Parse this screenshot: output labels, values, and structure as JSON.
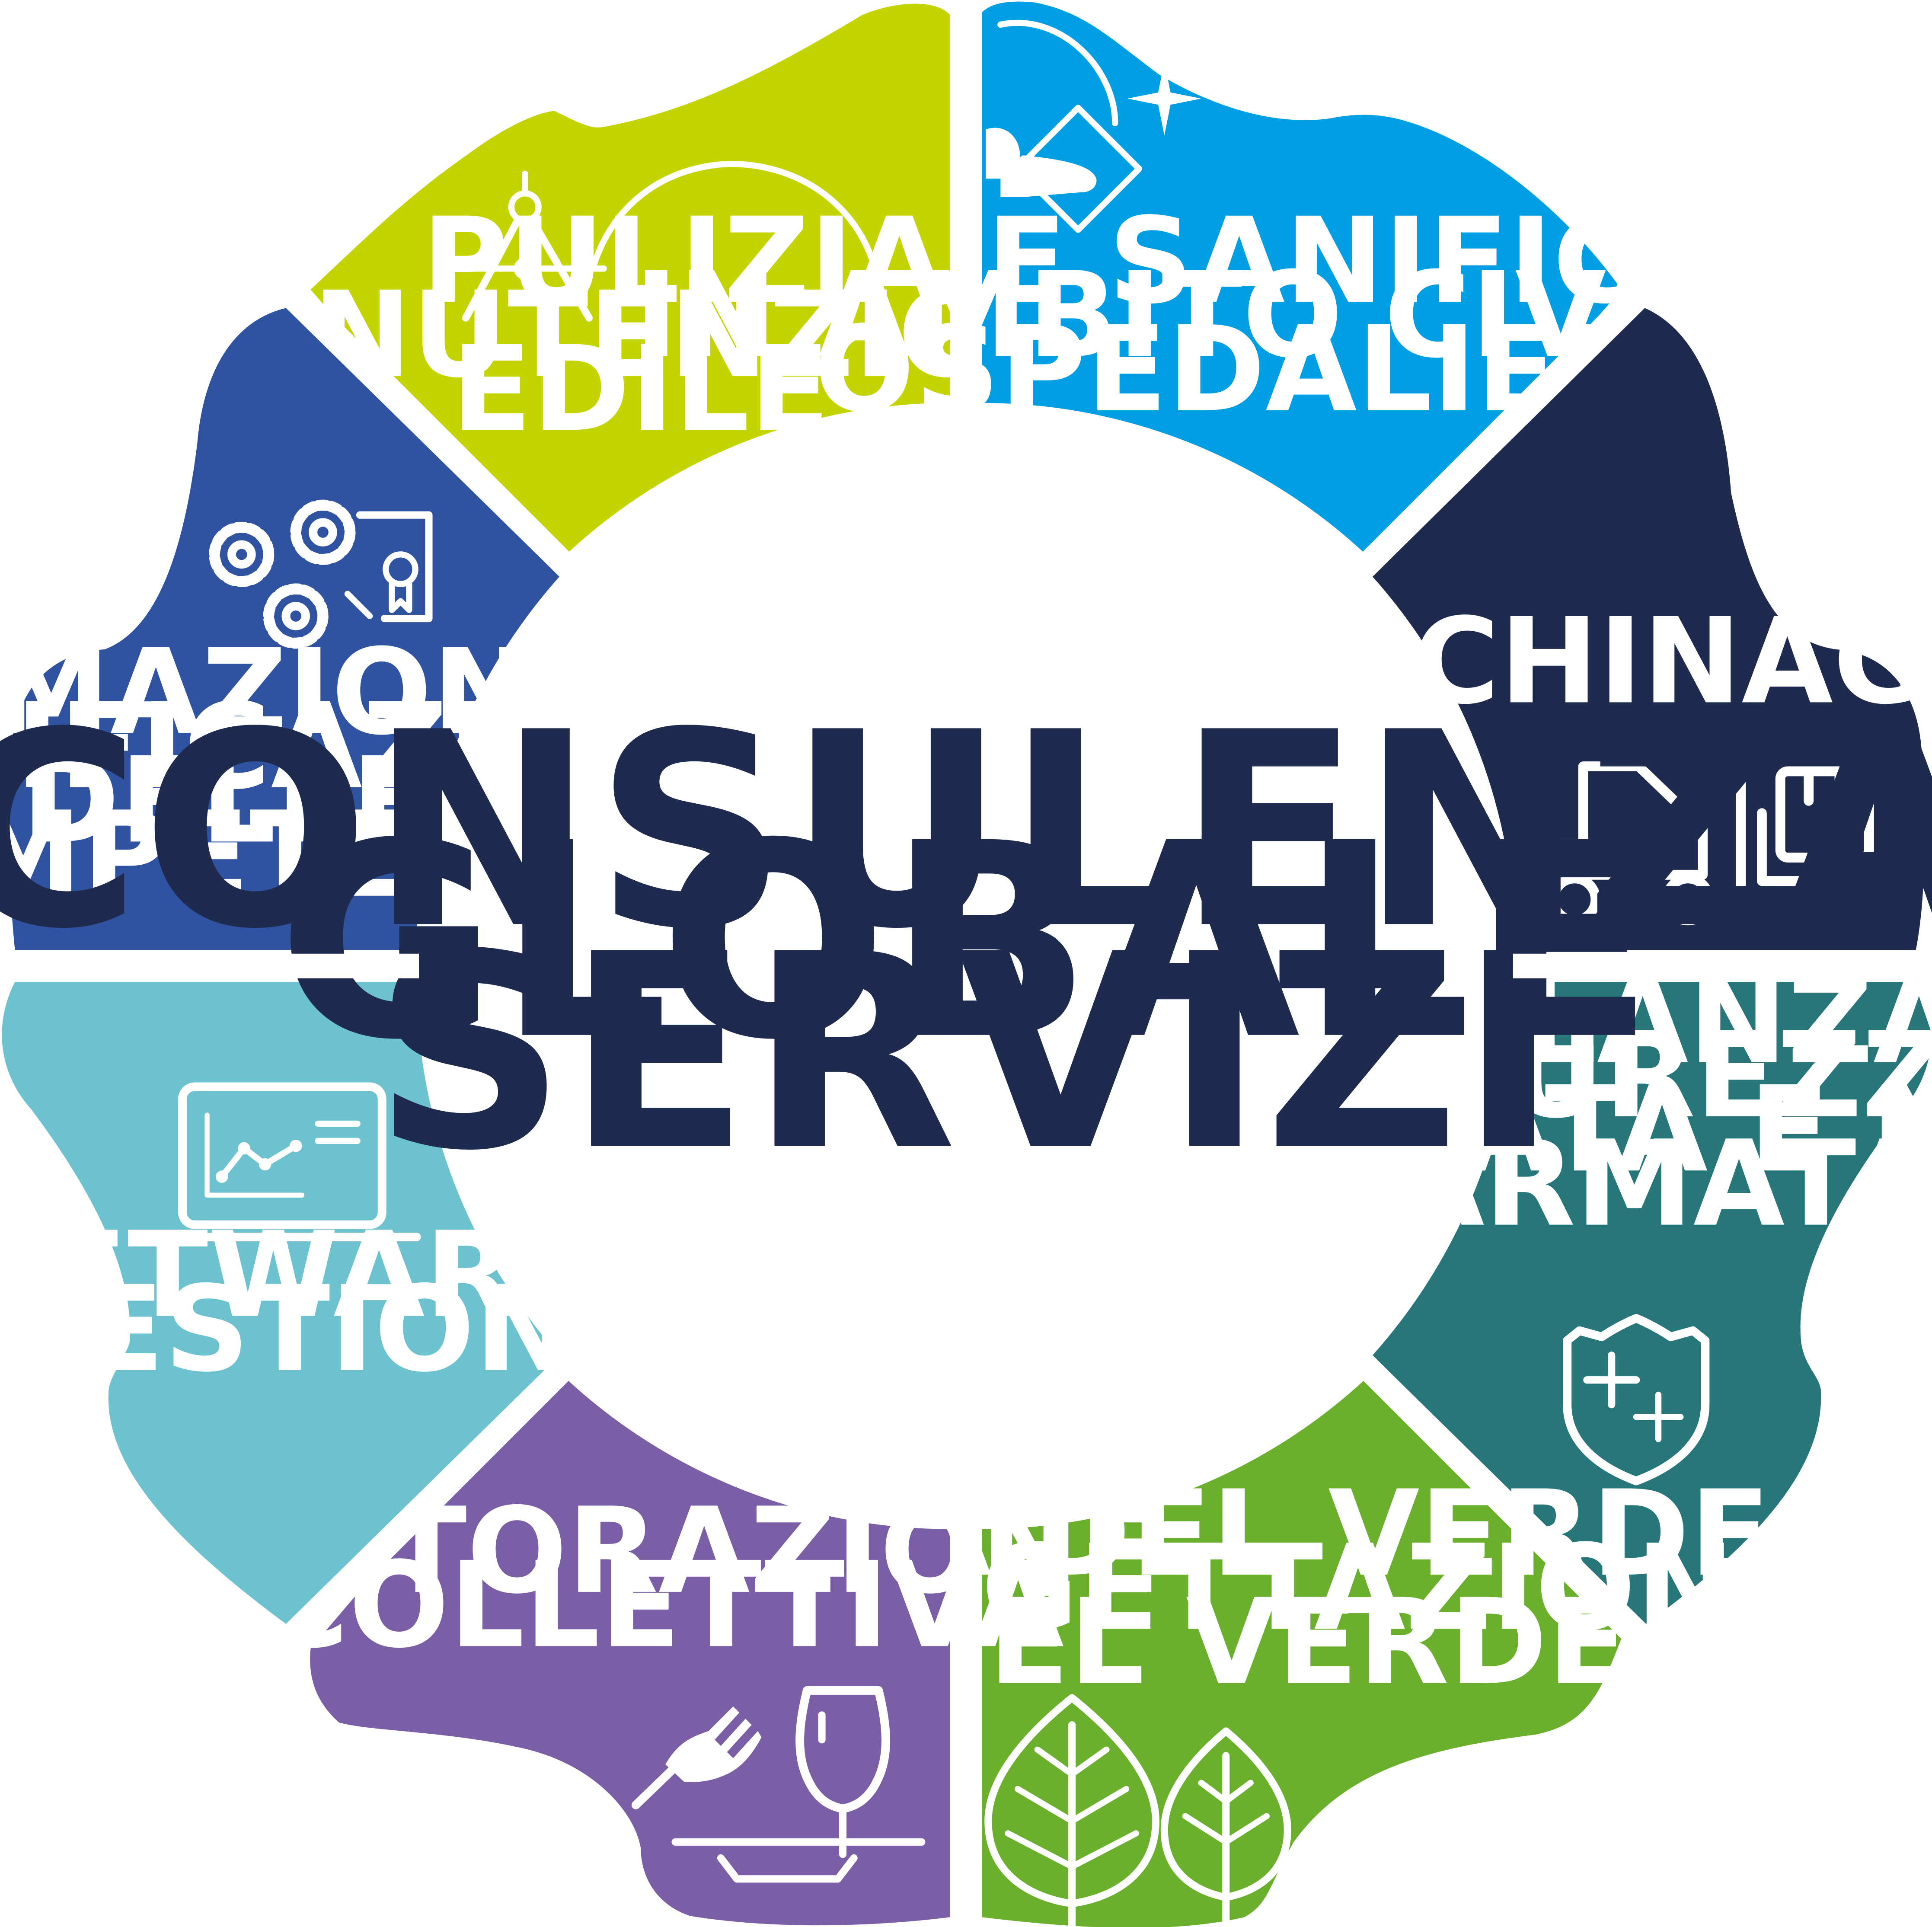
{
  "center": {
    "lines": [
      "CONSULENZA",
      "GLOBALE",
      "SERVIZI"
    ],
    "color": "#1f2a4f"
  },
  "segments": [
    {
      "id": "manutenzione",
      "lines": [
        "MANUTENZIONE",
        "EDILE"
      ],
      "color": "#c3d400",
      "label_color": "#ffffff",
      "icon": "compass-arc-icon"
    },
    {
      "id": "pulizia",
      "lines": [
        "PULIZIA E SANIFICAZIONE",
        "IN AMBITO CIVILE E",
        "OSPEDALIERO"
      ],
      "color": "#009fe3",
      "label_color": "#ffffff",
      "icon": "hand-sanitize-icon"
    },
    {
      "id": "facchinaggio",
      "lines": [
        "FACCHINAGGIO"
      ],
      "color": "#1f2a4f",
      "label_color": "#ffffff",
      "icon": "forklift-icon"
    },
    {
      "id": "vigilanza",
      "lines": [
        "VIGILANZA E",
        "SICUREZZA",
        "ARMATA E NON",
        "ARMATA"
      ],
      "color": "#26767a",
      "label_color": "#ffffff",
      "icon": "shield-icon"
    },
    {
      "id": "verde",
      "lines": [
        "CURA DEL VERDE E",
        "PROGETTAZIONE",
        "DEL VERDE"
      ],
      "color": "#6ab02c",
      "label_color": "#ffffff",
      "icon": "trees-icon"
    },
    {
      "id": "ristorazione",
      "lines": [
        "RISTORAZIONE",
        "COLLETTIVA"
      ],
      "color": "#7a5ea6",
      "label_color": "#ffffff",
      "icon": "fork-glass-icon"
    },
    {
      "id": "software",
      "lines": [
        "SOFTWARE DI",
        "GESTIONE"
      ],
      "color": "#6cc3cf",
      "label_color": "#ffffff",
      "icon": "laptop-chart-icon"
    },
    {
      "id": "formazione",
      "lines": [
        "FORMAZIONE E",
        "CERTIFICAZIONE",
        "DELLE",
        "COMPETENZE"
      ],
      "color": "#2f53a0",
      "label_color": "#ffffff",
      "icon": "gears-certificate-icon"
    }
  ]
}
